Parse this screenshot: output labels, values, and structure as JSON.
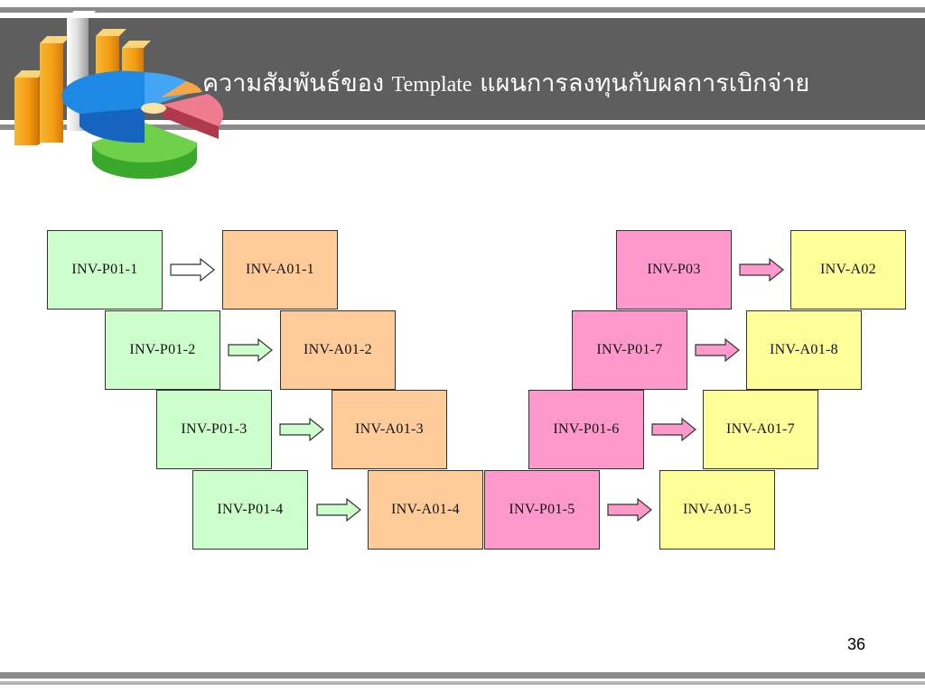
{
  "title_th_1": "ความสัมพันธ์ของ ",
  "title_en": "Template",
  "title_th_2": " แผนการลงทุนกับผลการเบิกจ่าย",
  "page_number": "36",
  "colors": {
    "green": "#ccffcc",
    "orange": "#ffcc99",
    "pink": "#ff99cc",
    "yellow": "#ffff99",
    "arrow_green": "#ccffcc",
    "arrow_pink": "#ff99cc"
  },
  "left_rows": [
    {
      "plan": "INV-P01-1",
      "disbursement": "INV-A01-1"
    },
    {
      "plan": "INV-P01-2",
      "disbursement": "INV-A01-2"
    },
    {
      "plan": "INV-P01-3",
      "disbursement": "INV-A01-3"
    },
    {
      "plan": "INV-P01-4",
      "disbursement": "INV-A01-4"
    }
  ],
  "right_rows": [
    {
      "plan": "INV-P03",
      "disbursement": "INV-A02"
    },
    {
      "plan": "INV-P01-7",
      "disbursement": "INV-A01-8"
    },
    {
      "plan": "INV-P01-6",
      "disbursement": "INV-A01-7"
    },
    {
      "plan": "INV-P01-5",
      "disbursement": "INV-A01-5"
    }
  ]
}
